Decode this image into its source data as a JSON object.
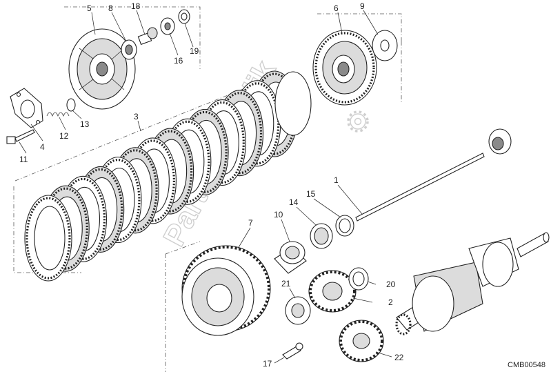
{
  "diagram": {
    "drawing_code": "CMB00548",
    "watermark": "PartsRepublik",
    "callouts": [
      {
        "id": "c1",
        "text": "1"
      },
      {
        "id": "c2",
        "text": "2"
      },
      {
        "id": "c3",
        "text": "3"
      },
      {
        "id": "c4",
        "text": "4"
      },
      {
        "id": "c5",
        "text": "5"
      },
      {
        "id": "c6",
        "text": "6"
      },
      {
        "id": "c7",
        "text": "7"
      },
      {
        "id": "c8",
        "text": "8"
      },
      {
        "id": "c9",
        "text": "9"
      },
      {
        "id": "c10",
        "text": "10"
      },
      {
        "id": "c11",
        "text": "11"
      },
      {
        "id": "c12",
        "text": "12"
      },
      {
        "id": "c13",
        "text": "13"
      },
      {
        "id": "c14",
        "text": "14"
      },
      {
        "id": "c15",
        "text": "15"
      },
      {
        "id": "c16",
        "text": "16"
      },
      {
        "id": "c17",
        "text": "17"
      },
      {
        "id": "c18",
        "text": "18"
      },
      {
        "id": "c19",
        "text": "19"
      },
      {
        "id": "c20",
        "text": "20"
      },
      {
        "id": "c21",
        "text": "21"
      },
      {
        "id": "c22",
        "text": "22"
      }
    ]
  }
}
